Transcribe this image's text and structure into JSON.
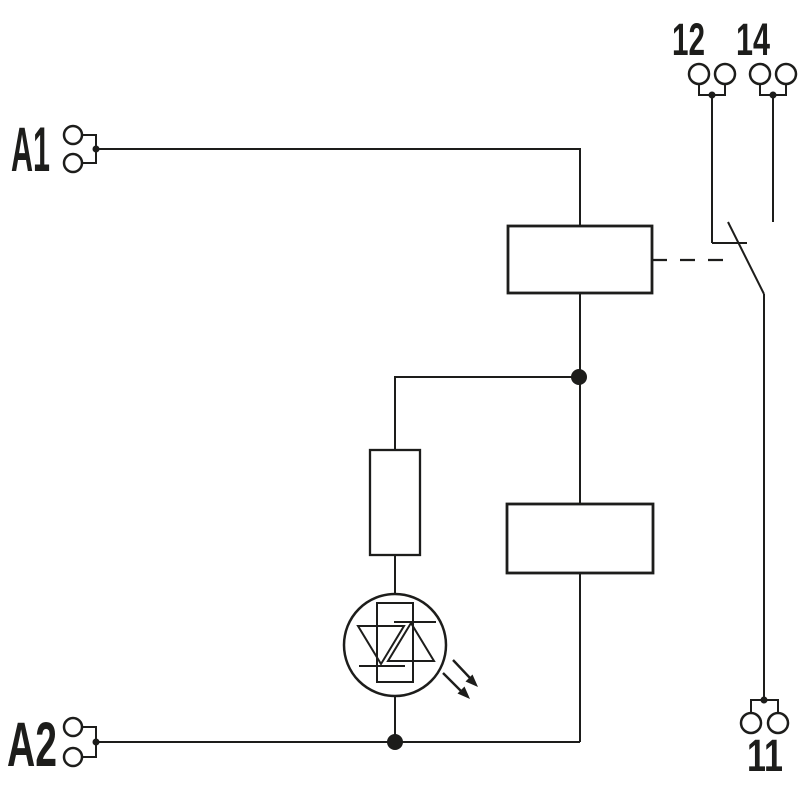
{
  "diagram": {
    "type": "relay-module-wiring-schematic",
    "background_color": "#ffffff",
    "line_color": "#1d1d1b",
    "terminals": {
      "a1": {
        "label": "A1"
      },
      "a2": {
        "label": "A2"
      },
      "t12": {
        "label": "12"
      },
      "t14": {
        "label": "14"
      },
      "t11": {
        "label": "11"
      }
    },
    "icons": [
      "relay-coil-box-icon",
      "output-block-box-icon",
      "resistor-icon",
      "bidirectional-led-icon",
      "light-emission-arrows-icon",
      "changeover-contact-icon",
      "mechanical-link-dashed-icon",
      "terminal-circle-pair-icon",
      "junction-dot-icon"
    ]
  }
}
